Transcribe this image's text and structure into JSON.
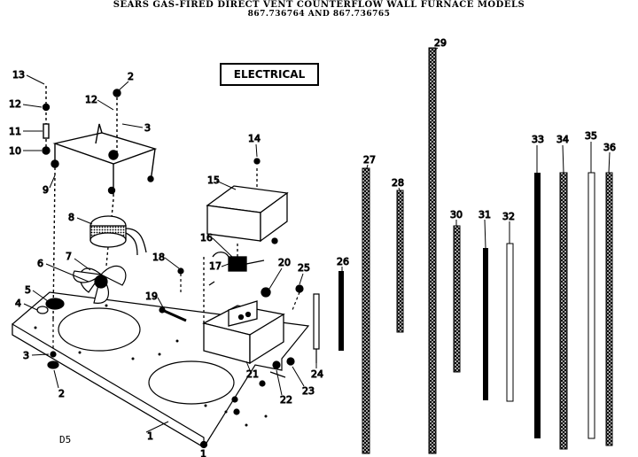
{
  "header": {
    "line1": "SEARS GAS-FIRED DIRECT VENT COUNTERFLOW WALL FURNACE MODELS",
    "line2": "867.736764 AND 867.736765"
  },
  "section_label": "ELECTRICAL",
  "diagram_id": "D5",
  "callouts": [
    "1",
    "2",
    "3",
    "4",
    "5",
    "6",
    "7",
    "8",
    "9",
    "10",
    "11",
    "12",
    "13",
    "14",
    "15",
    "16",
    "17",
    "18",
    "19",
    "20",
    "21",
    "22",
    "23",
    "24",
    "25",
    "26",
    "27",
    "28",
    "29",
    "30",
    "31",
    "32",
    "33",
    "34",
    "35",
    "36"
  ],
  "callout_instances": {
    "c1a": "1",
    "c1b": "1",
    "c2a": "2",
    "c2b": "2",
    "c3a": "3",
    "c3b": "3",
    "c4": "4",
    "c5": "5",
    "c6": "6",
    "c7": "7",
    "c8": "8",
    "c9": "9",
    "c10": "10",
    "c11": "11",
    "c12a": "12",
    "c12b": "12",
    "c13": "13",
    "c14": "14",
    "c15": "15",
    "c16": "16",
    "c17": "17",
    "c18": "18",
    "c19": "19",
    "c20": "20",
    "c21": "21",
    "c22": "22",
    "c23": "23",
    "c24": "24",
    "c25": "25",
    "c26": "26",
    "c27": "27",
    "c28": "28",
    "c29": "29",
    "c30": "30",
    "c31": "31",
    "c32": "32",
    "c33": "33",
    "c34": "34",
    "c35": "35",
    "c36": "36"
  }
}
